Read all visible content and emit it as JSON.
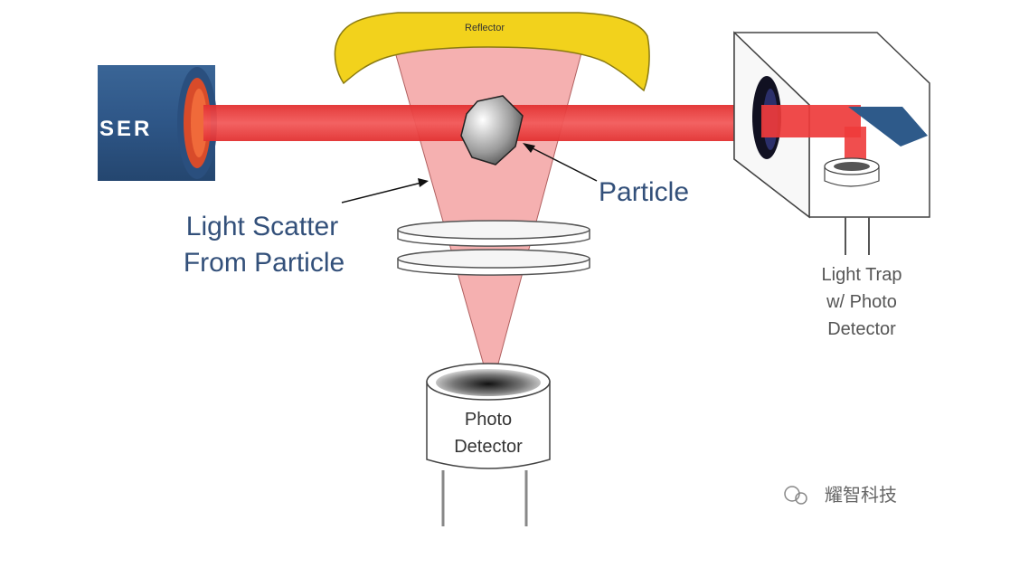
{
  "laser": {
    "label": "SER"
  },
  "reflector": {
    "label": "Reflector"
  },
  "particle": {
    "label": "Particle"
  },
  "scatter": {
    "label_line1": "Light Scatter",
    "label_line2": "From Particle"
  },
  "photo_detector": {
    "label_line1": "Photo",
    "label_line2": "Detector"
  },
  "light_trap": {
    "label_line1": "Light Trap",
    "label_line2": "w/ Photo",
    "label_line3": "Detector"
  },
  "watermark": {
    "text": "耀智科技"
  },
  "colors": {
    "laser_body": "#2e5687",
    "beam": "#ee3b3b",
    "scatter_cone": "#f4a7a7",
    "reflector": "#f2d21c",
    "label_text": "#33507a"
  }
}
